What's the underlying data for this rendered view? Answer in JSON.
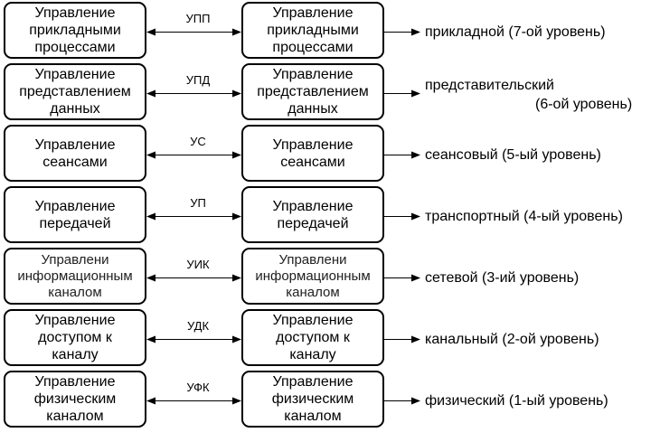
{
  "rows": [
    {
      "box_text": "Управление\nприкладными\nпроцессами",
      "protocol": "УПП",
      "level_line1": "прикладной (7-ой уровень)",
      "level_line2": "",
      "thin": false
    },
    {
      "box_text": "Управление\nпредставлением\nданных",
      "protocol": "УПД",
      "level_line1": "представительский",
      "level_line2": "(6-ой уровень)",
      "thin": false
    },
    {
      "box_text": "Управление\nсеансами",
      "protocol": "УС",
      "level_line1": "сеансовый (5-ый уровень)",
      "level_line2": "",
      "thin": false
    },
    {
      "box_text": "Управление\nпередачей",
      "protocol": "УП",
      "level_line1": "транспортный (4-ый уровень)",
      "level_line2": "",
      "thin": false
    },
    {
      "box_text": "Управлени\nинформационным\nканалом",
      "protocol": "УИК",
      "level_line1": "сетевой (3-ий уровень)",
      "level_line2": "",
      "thin": true
    },
    {
      "box_text": "Управление\nдоступом к\nканалу",
      "protocol": "УДК",
      "level_line1": "канальный (2-ой уровень)",
      "level_line2": "",
      "thin": false
    },
    {
      "box_text": "Управление\nфизическим\nканалом",
      "protocol": "УФК",
      "level_line1": "физический (1-ый уровень)",
      "level_line2": "",
      "thin": false
    }
  ]
}
